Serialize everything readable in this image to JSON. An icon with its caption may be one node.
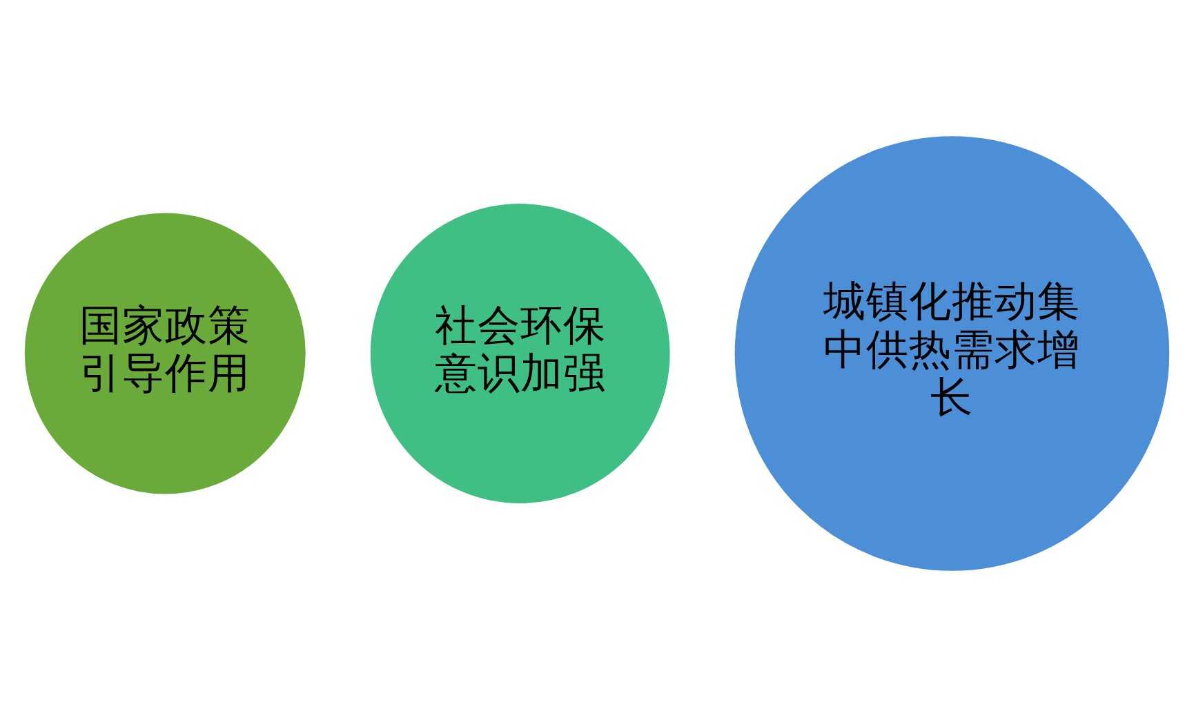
{
  "diagram": {
    "nodes": [
      {
        "text": [
          "国家政策引导作用"
        ]
      },
      {
        "text": [
          "社会环保意识加强"
        ]
      },
      {
        "text": [
          "城镇化推动集中供热需求增长"
        ]
      }
    ]
  }
}
